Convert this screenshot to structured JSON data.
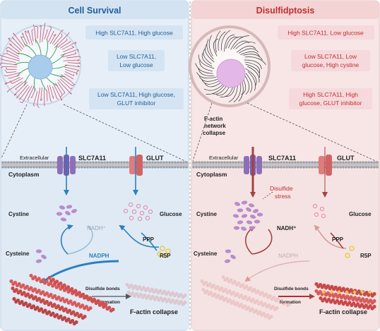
{
  "left_panel": {
    "title": "Cell Survival",
    "conditions": [
      [
        "High SLC7A11, High glucose"
      ],
      [
        "Low SLC7A11,",
        "Low glucose"
      ],
      [
        "Low SLC7A11, High glucose,",
        "GLUT inhibitor"
      ]
    ],
    "labels": {
      "extracellular": "Extracellular",
      "transporter": "SLC7A11",
      "glut": "GLUT",
      "cytoplasm": "Cytoplasm",
      "cystine": "Cystine",
      "glucose": "Glucose",
      "nadh": "NADH⁺",
      "ppp": "PPP",
      "cysteine": "Cysteine",
      "nadph": "NADPH",
      "r5p": "R5P",
      "disulfide_bonds": [
        "Disulfide bonds",
        "formation"
      ],
      "collapse": "F-actin collapse"
    }
  },
  "right_panel": {
    "title": "Disulfidptosis",
    "conditions": [
      [
        "High SLC7A11, Low glucose"
      ],
      [
        "Low SLC7A11, Low",
        "glucose, High cystine"
      ],
      [
        "High SLC7A11, High",
        "glucose, GLUT inhibitor"
      ]
    ],
    "network_label": [
      "F-actin",
      "network",
      "collapse"
    ],
    "labels": {
      "extracellular": "Extracellular",
      "transporter": "SLC7A11",
      "glut": "GLUT",
      "cytoplasm": "Cytoplasm",
      "stress": [
        "Disulfide",
        "stress"
      ],
      "cystine": "Cystine",
      "glucose": "Glucose",
      "nadh": "NADH⁺",
      "ppp": "PPP",
      "cysteine": "Cysteine",
      "nadph": "NADPH",
      "r5p": "R5P",
      "disulfide_bonds": [
        "Disulfide bonds",
        "formation"
      ],
      "collapse": "F-actin collapse"
    }
  },
  "colors": {
    "left_bg": "#e6eff8",
    "left_title": "#1f5f9a",
    "left_arrow": "#2c7fbd",
    "right_bg": "#f8e6e6",
    "right_title": "#c03030",
    "right_arrow": "#a84040",
    "transporter": "#8c6fb8",
    "glut": "#e07c7c",
    "cystine_dot": "#b78ccc",
    "glucose_dot": "#e38aa8",
    "r5p_dot": "#e8c94a",
    "actin": "#d95a5a"
  }
}
